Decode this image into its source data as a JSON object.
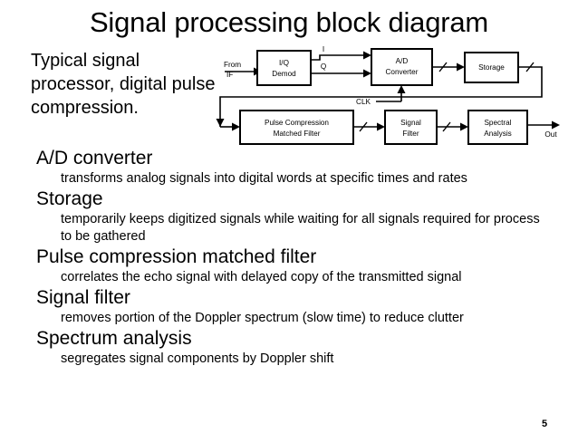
{
  "slide": {
    "title": "Signal processing block diagram",
    "page_number": "5",
    "intro_text": "Typical signal processor, digital pulse compression."
  },
  "diagram": {
    "name": "signal-processing-block-diagram",
    "input_label_line1": "From",
    "input_label_line2": "IF",
    "output_label": "Out",
    "clock_label": "CLK",
    "signal_i_label": "I",
    "signal_q_label": "Q",
    "blocks": [
      {
        "id": "iq-demod",
        "line1": "I/Q",
        "line2": "Demod"
      },
      {
        "id": "ad-converter",
        "line1": "A/D",
        "line2": "Converter"
      },
      {
        "id": "storage",
        "line1": "Storage",
        "line2": ""
      },
      {
        "id": "pulse-compression",
        "line1": "Pulse Compression",
        "line2": "Matched Filter"
      },
      {
        "id": "signal-filter",
        "line1": "Signal",
        "line2": "Filter"
      },
      {
        "id": "spectral-analysis",
        "line1": "Spectral",
        "line2": "Analysis"
      }
    ]
  },
  "outline": [
    {
      "level": 1,
      "text": "A/D converter"
    },
    {
      "level": 2,
      "text": "transforms analog signals into digital words at specific times and rates"
    },
    {
      "level": 1,
      "text": "Storage"
    },
    {
      "level": 2,
      "text": "temporarily keeps digitized signals while waiting for all signals required for process to be gathered"
    },
    {
      "level": 1,
      "text": "Pulse compression matched filter"
    },
    {
      "level": 2,
      "text": "correlates the echo signal with delayed copy of the transmitted signal"
    },
    {
      "level": 1,
      "text": "Signal filter"
    },
    {
      "level": 2,
      "text": "removes portion of the Doppler spectrum (slow time) to reduce clutter"
    },
    {
      "level": 1,
      "text": "Spectrum analysis"
    },
    {
      "level": 2,
      "text": "segregates signal components by Doppler shift"
    }
  ],
  "colors": {
    "background": "#ffffff",
    "foreground": "#000000"
  }
}
